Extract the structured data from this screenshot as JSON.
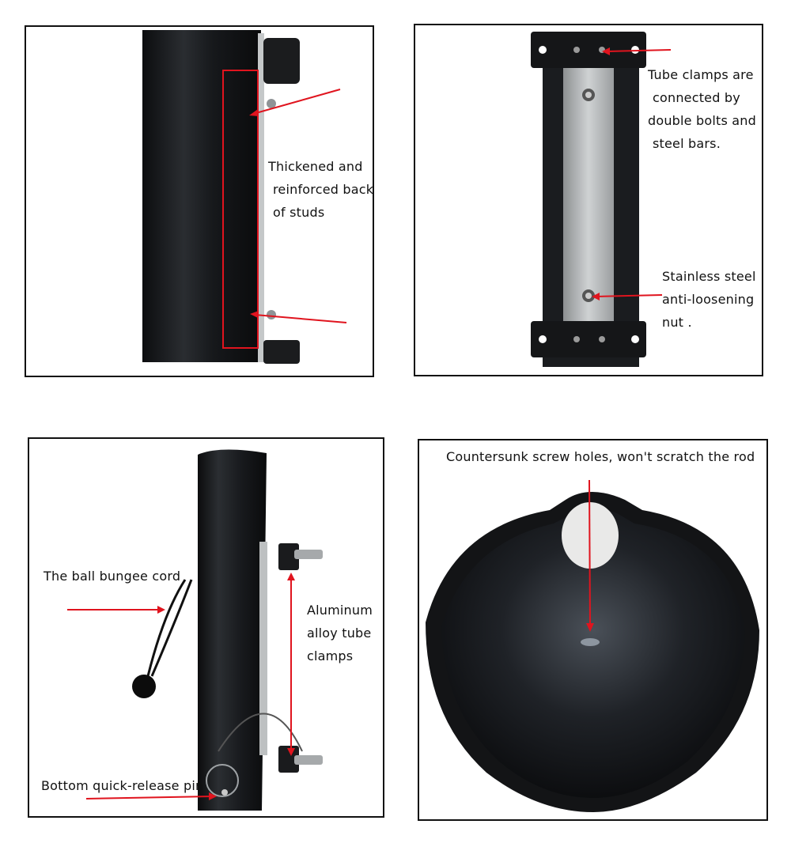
{
  "panels": {
    "back": {
      "label_lines": [
        "Thickened and",
        "reinforced back",
        "of studs"
      ]
    },
    "clamps": {
      "label_a_lines": [
        "Tube clamps are",
        "connected by",
        "double bolts and",
        "steel bars."
      ],
      "label_b_lines": [
        "Stainless steel",
        "anti-loosening",
        "nut ."
      ]
    },
    "side": {
      "bungee_label": "The ball bungee cord",
      "clamp_label_lines": [
        "Aluminum",
        "alloy tube",
        "clamps"
      ],
      "pin_label": "Bottom quick-release pin"
    },
    "top": {
      "caption": "Countersunk screw holes, won't scratch the rod"
    }
  },
  "colors": {
    "arrow": "#e0141e",
    "tube": "#16181b",
    "steel": "#b9bcbd",
    "frame": "#111111"
  }
}
